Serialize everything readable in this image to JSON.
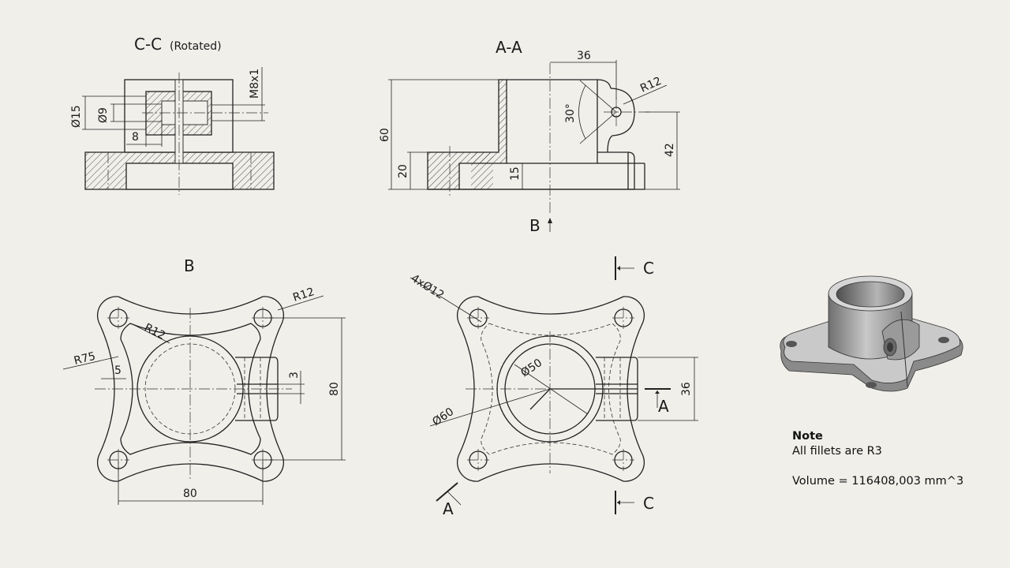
{
  "views": {
    "section_cc": {
      "title": "C-C",
      "subtitle": "(Rotated)"
    },
    "section_aa": {
      "title": "A-A"
    },
    "view_b": {
      "title": "B"
    }
  },
  "dimensions": {
    "cc_phi15": "Ø15",
    "cc_phi9": "Ø9",
    "cc_thread": "M8x1",
    "cc_8": "8",
    "aa_36": "36",
    "aa_r12": "R12",
    "aa_30deg": "30°",
    "aa_60": "60",
    "aa_20": "20",
    "aa_15": "15",
    "aa_42": "42",
    "b_r12_outer": "R12",
    "b_r12_inner": "R12",
    "b_r75": "R75",
    "b_5": "5",
    "b_3": "3",
    "b_80_vertical": "80",
    "b_80_horizontal": "80",
    "top_holes": "4xØ12",
    "top_phi50": "Ø50",
    "top_phi60": "Ø60",
    "top_36": "36"
  },
  "section_markers": {
    "view_arrow_b": "B",
    "cut_c_top": "C",
    "cut_c_bottom": "C",
    "cut_a_right": "A",
    "cut_a_bottom": "A"
  },
  "note": {
    "heading": "Note",
    "line1": "All fillets are R3",
    "volume": "Volume = 116408,003 mm^3"
  },
  "colors": {
    "background": "#f0efea",
    "line": "#222222",
    "model_face": "#a9a9a9"
  }
}
